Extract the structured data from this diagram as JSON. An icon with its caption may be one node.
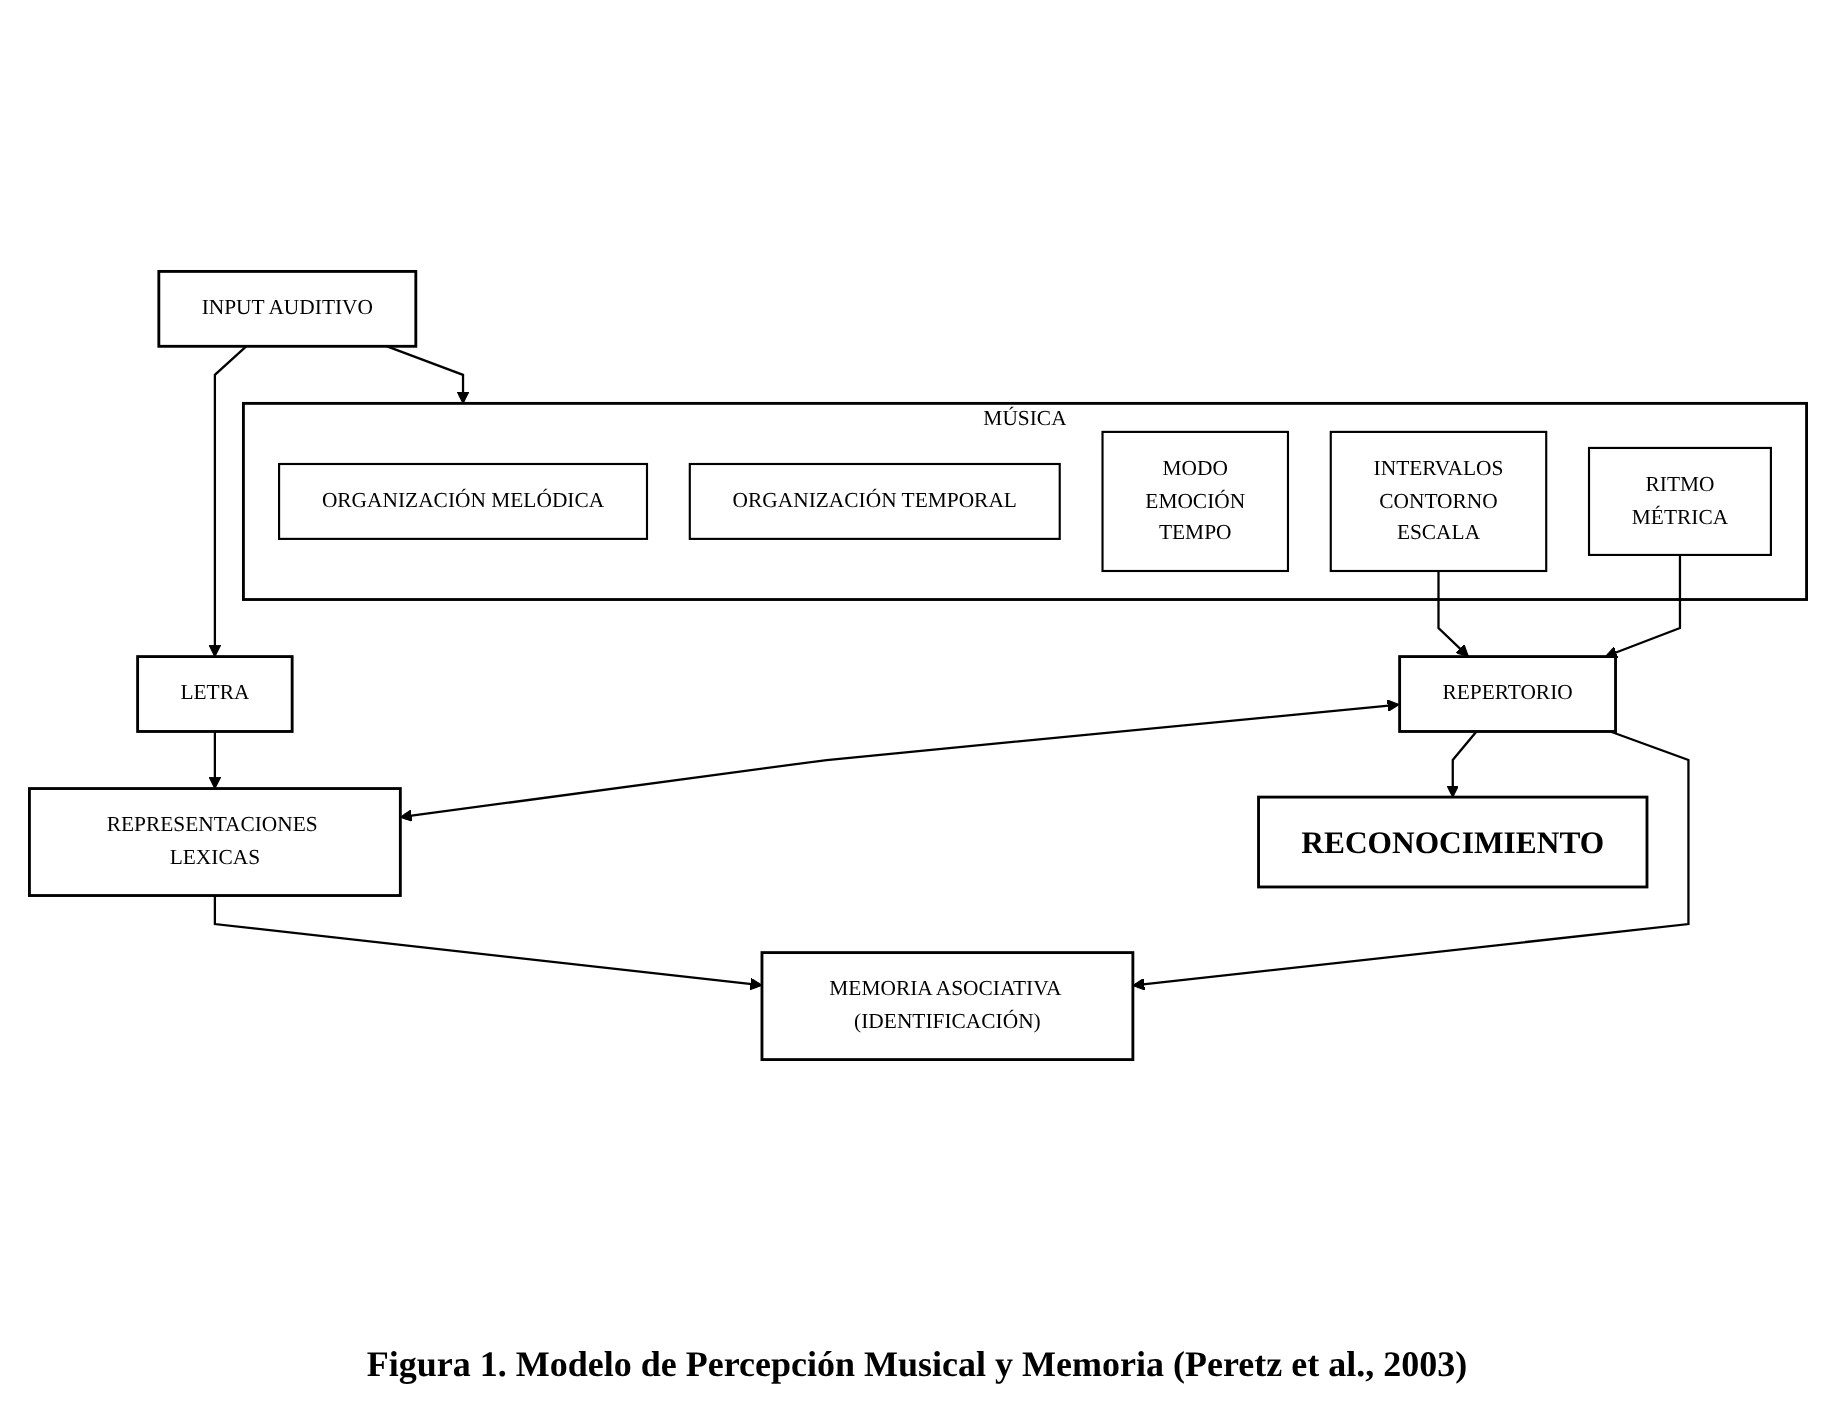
{
  "diagram": {
    "caption": "Figura 1. Modelo de Percepción Musical y Memoria (Peretz et al., 2003)",
    "nodes": [
      {
        "text": [
          "INPUT AUDITIVO"
        ]
      },
      {
        "text": [
          "MÚSICA"
        ]
      },
      {
        "text": [
          "ORGANIZACIÓN MELÓDICA"
        ],
        "in": 1
      },
      {
        "text": [
          "ORGANIZACIÓN TEMPORAL"
        ],
        "in": 1
      },
      {
        "text": [
          "MODO",
          "EMOCIÓN",
          "TEMPO"
        ],
        "in": 1
      },
      {
        "text": [
          "INTERVALOS",
          "CONTORNO",
          "ESCALA"
        ],
        "in": 1
      },
      {
        "text": [
          "RITMO",
          "MÉTRICA"
        ],
        "in": 1
      },
      {
        "text": [
          "LETRA"
        ]
      },
      {
        "text": [
          "REPERTORIO"
        ]
      },
      {
        "text": [
          "REPRESENTACIONES LEXICAS"
        ]
      },
      {
        "text": [
          "RECONOCIMIENTO"
        ]
      },
      {
        "text": [
          "MEMORIA ASOCIATIVA (IDENTIFICACIÓN)"
        ]
      }
    ],
    "edges": [
      {
        "from": 0,
        "to": 1,
        "arrow": "to"
      },
      {
        "from": 0,
        "to": 7,
        "arrow": "to"
      },
      {
        "from": 5,
        "to": 8,
        "arrow": "to"
      },
      {
        "from": 6,
        "to": 8,
        "arrow": "to"
      },
      {
        "from": 7,
        "to": 9,
        "arrow": "to"
      },
      {
        "from": 8,
        "to": 9,
        "arrow": "both"
      },
      {
        "from": 8,
        "to": 10,
        "arrow": "to"
      },
      {
        "from": 8,
        "to": 11,
        "arrow": "to"
      },
      {
        "from": 9,
        "to": 11,
        "arrow": "to"
      }
    ]
  }
}
